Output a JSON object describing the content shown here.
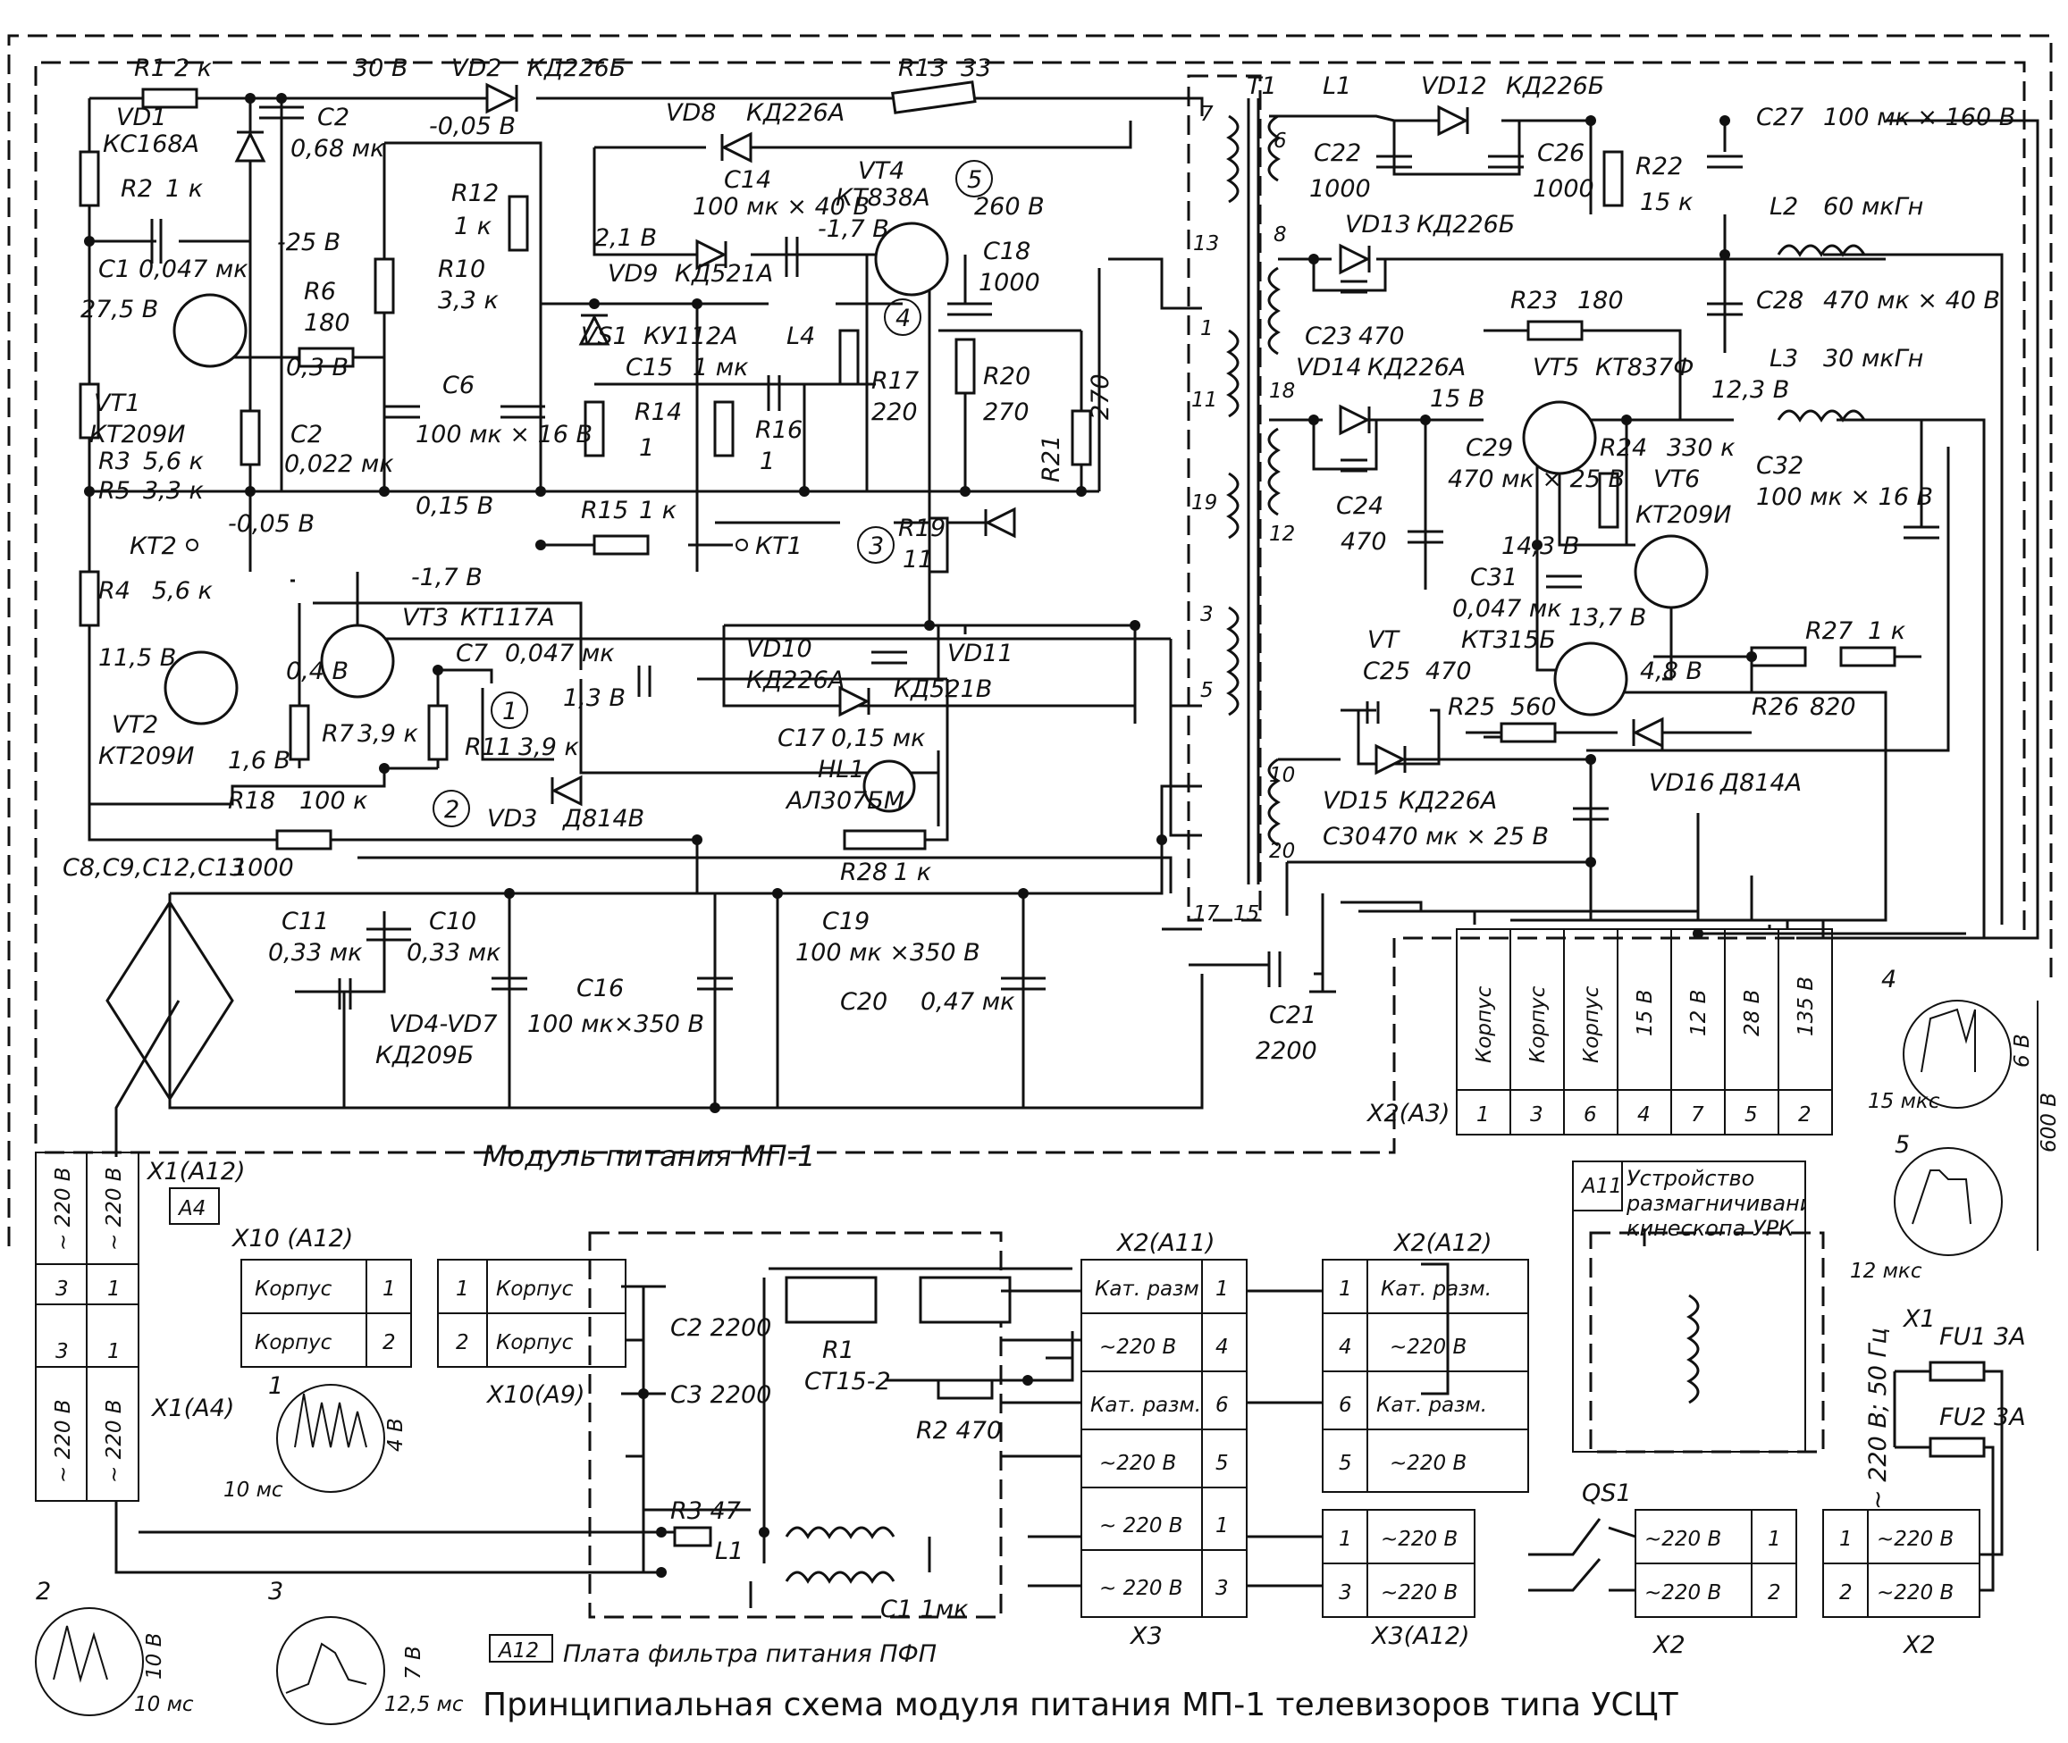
{
  "caption": "Принципиальная схема модуля питания МП-1 телевизоров типа УСЦТ",
  "blocks": {
    "power_module": "Модуль питания МП-1",
    "filter_board": "Плата фильтра питания ПФП",
    "filter_id": "A12",
    "degauss_id": "A11",
    "degauss_title": "Устройство размагничивания кинескопа УРК"
  },
  "components": [
    {
      "ref": "R1",
      "value": "2 к"
    },
    {
      "ref": "VD1",
      "value": "КС168А"
    },
    {
      "ref": "R2",
      "value": "1 к"
    },
    {
      "ref": "C1",
      "value": "0,047 мк"
    },
    {
      "ref": "VT1",
      "value": "КТ209И"
    },
    {
      "ref": "R3",
      "value": "5,6 к"
    },
    {
      "ref": "R5",
      "value": "3,3 к"
    },
    {
      "ref": "R6",
      "value": "180"
    },
    {
      "ref": "C2",
      "value": "0,68 мк"
    },
    {
      "ref": "C2",
      "value": "0,022 мк"
    },
    {
      "ref": "R12",
      "value": "1 к"
    },
    {
      "ref": "R10",
      "value": "3,3 к"
    },
    {
      "ref": "C6",
      "value": "100 мк × 16 В"
    },
    {
      "ref": "VD2",
      "value": "КД226Б"
    },
    {
      "ref": "R13",
      "value": "33"
    },
    {
      "ref": "VD8",
      "value": "КД226А"
    },
    {
      "ref": "C14",
      "value": "100 мк × 40 В"
    },
    {
      "ref": "VT4",
      "value": "КТ838А"
    },
    {
      "ref": "C18",
      "value": "1000"
    },
    {
      "ref": "VD9",
      "value": "КД521А"
    },
    {
      "ref": "VS1",
      "value": "КУ112А"
    },
    {
      "ref": "L4",
      "value": ""
    },
    {
      "ref": "C15",
      "value": "1 мк"
    },
    {
      "ref": "R14",
      "value": "1"
    },
    {
      "ref": "R16",
      "value": "1"
    },
    {
      "ref": "R17",
      "value": "220"
    },
    {
      "ref": "R20",
      "value": "270"
    },
    {
      "ref": "R21",
      "value": "270"
    },
    {
      "ref": "R15",
      "value": "1 к"
    },
    {
      "ref": "R19",
      "value": "11"
    },
    {
      "ref": "R4",
      "value": "5,6 к"
    },
    {
      "ref": "VT2",
      "value": "КТ209И"
    },
    {
      "ref": "VT3",
      "value": "КТ117А"
    },
    {
      "ref": "C7",
      "value": "0,047 мк"
    },
    {
      "ref": "R7",
      "value": "3,9 к"
    },
    {
      "ref": "R11",
      "value": "3,9 к"
    },
    {
      "ref": "VD3",
      "value": "Д814В"
    },
    {
      "ref": "R18",
      "value": "100 к"
    },
    {
      "ref": "VD10",
      "value": "КД226А"
    },
    {
      "ref": "VD11",
      "value": "КД521В"
    },
    {
      "ref": "C17",
      "value": "0,15 мк"
    },
    {
      "ref": "HL1",
      "value": "АЛ307БМ"
    },
    {
      "ref": "R28",
      "value": "1 к"
    },
    {
      "ref": "C8,C9,C12,C13",
      "value": "1000"
    },
    {
      "ref": "C11",
      "value": "0,33 мк"
    },
    {
      "ref": "C10",
      "value": "0,33 мк"
    },
    {
      "ref": "C16",
      "value": "100 мк×350 В"
    },
    {
      "ref": "C19",
      "value": "100 мк ×350 В"
    },
    {
      "ref": "C20",
      "value": "0,47 мк"
    },
    {
      "ref": "VD4-VD7",
      "value": "КД209Б"
    },
    {
      "ref": "T1",
      "value": ""
    },
    {
      "ref": "L1",
      "value": ""
    },
    {
      "ref": "VD12",
      "value": "КД226Б"
    },
    {
      "ref": "C22",
      "value": "1000"
    },
    {
      "ref": "C26",
      "value": "1000"
    },
    {
      "ref": "R22",
      "value": "15 к"
    },
    {
      "ref": "C27",
      "value": "100 мк × 160 В"
    },
    {
      "ref": "L2",
      "value": "60 мкГн"
    },
    {
      "ref": "VD13",
      "value": "КД226Б"
    },
    {
      "ref": "C23",
      "value": "470"
    },
    {
      "ref": "C28",
      "value": "470 мк × 40 В"
    },
    {
      "ref": "R23",
      "value": "180"
    },
    {
      "ref": "VD14",
      "value": "КД226А"
    },
    {
      "ref": "VT5",
      "value": "КТ837Ф"
    },
    {
      "ref": "L3",
      "value": "30 мкГн"
    },
    {
      "ref": "C29",
      "value": "470 мк × 25 В"
    },
    {
      "ref": "R24",
      "value": "330 к"
    },
    {
      "ref": "VT6",
      "value": "КТ209И"
    },
    {
      "ref": "C32",
      "value": "100 мк × 16 В"
    },
    {
      "ref": "C24",
      "value": "470"
    },
    {
      "ref": "C31",
      "value": "0,047 мк"
    },
    {
      "ref": "VT",
      "value": "КТ315Б"
    },
    {
      "ref": "C25",
      "value": "470"
    },
    {
      "ref": "R27",
      "value": "1 к"
    },
    {
      "ref": "R25",
      "value": "560"
    },
    {
      "ref": "R26",
      "value": "820"
    },
    {
      "ref": "VD16",
      "value": "Д814А"
    },
    {
      "ref": "VD15",
      "value": "КД226А"
    },
    {
      "ref": "C30",
      "value": "470 мк × 25 В"
    },
    {
      "ref": "C21",
      "value": "2200"
    }
  ],
  "voltages": [
    "30 В",
    "-0,05 В",
    "-25 В",
    "27,5 В",
    "0,3 В",
    "-0,05 В",
    "0,15 В",
    "11,5 В",
    "0,4 В",
    "-1,7 В",
    "1,3 В",
    "1,6 В",
    "2,1 В",
    "-1,7 В",
    "260 В",
    "15 В",
    "12,3 В",
    "14,3 В",
    "13,7 В",
    "4,8 В"
  ],
  "test_points": [
    "КТ1",
    "КТ2"
  ],
  "markers": [
    "1",
    "2",
    "3",
    "4",
    "5"
  ],
  "transformer_pins": [
    "7",
    "6",
    "13",
    "8",
    "1",
    "18",
    "11",
    "19",
    "12",
    "3",
    "5",
    "10",
    "20",
    "17",
    "15"
  ],
  "connector_x2_a3": {
    "name": "X2(A3)",
    "labels": [
      "Корпус",
      "Корпус",
      "Корпус",
      "15 В",
      "12 В",
      "28 В",
      "135 В"
    ],
    "pins": [
      "1",
      "3",
      "6",
      "4",
      "7",
      "5",
      "2"
    ]
  },
  "connector_x1_a12": {
    "name": "X1(A12)",
    "labels": [
      "~ 220 В",
      "~ 220 В"
    ],
    "pins": [
      "3",
      "1"
    ],
    "ref": "A4"
  },
  "connector_x1_a4": {
    "name": "X1(A4)",
    "labels": [
      "~ 220 В",
      "~ 220 В"
    ],
    "pins": [
      "3",
      "1"
    ]
  },
  "connector_x10_a12": {
    "name": "X10 (A12)",
    "labels": [
      "Корпус",
      "Корпус"
    ],
    "pins": [
      "1",
      "2"
    ]
  },
  "connector_x10_a9": {
    "name": "X10(A9)",
    "labels": [
      "Корпус",
      "Корпус"
    ],
    "pins": [
      "1",
      "2"
    ]
  },
  "connector_x2_a11": {
    "name": "X2(A11)",
    "labels": [
      "Кат. разм",
      "~220 В",
      "Кат. разм.",
      "~220 В",
      "~ 220 В",
      "~ 220 В"
    ],
    "pins": [
      "1",
      "4",
      "6",
      "5",
      "1",
      "3"
    ]
  },
  "connector_x2_a12": {
    "name": "X2(A12)",
    "labels": [
      "Кат. разм.",
      "~220 В",
      "Кат. разм.",
      "~220 В"
    ],
    "pins": [
      "1",
      "4",
      "6",
      "5"
    ]
  },
  "connector_x3_a12": {
    "name": "X3(A12)",
    "labels": [
      "~220 В",
      "~220 В"
    ],
    "pins": [
      "1",
      "3"
    ]
  },
  "connector_x2_qs": {
    "name": "X2",
    "labels": [
      "~220 В",
      "~220 В"
    ],
    "pins": [
      "1",
      "2"
    ]
  },
  "connector_x2_fuse": {
    "name": "X2",
    "labels": [
      "~220 В",
      "~220 В"
    ],
    "pins": [
      "1",
      "2"
    ]
  },
  "filter_parts": {
    "c2": "C2 2200",
    "c3": "C3 2200",
    "r1": "R1",
    "r1_type": "СТ15-2",
    "r2": "R2 470",
    "r3": "R3 47",
    "l1": "L1",
    "c1": "C1 1мк",
    "x3": "X3"
  },
  "mains": {
    "x1": "X1",
    "fu1": "FU1 3A",
    "fu2": "FU2 3A",
    "qs1": "QS1",
    "input": "~ 220 В; 50 Гц"
  },
  "waveforms": [
    {
      "id": "1",
      "amp": "4 В",
      "period": "10 мс"
    },
    {
      "id": "2",
      "amp": "10 В",
      "period": "10 мс"
    },
    {
      "id": "3",
      "amp": "7 В",
      "period": "12,5 мс"
    },
    {
      "id": "4",
      "amp": "6 В",
      "period": "15 мкс"
    },
    {
      "id": "5",
      "amp": "600 В",
      "period": "12 мкс"
    }
  ]
}
